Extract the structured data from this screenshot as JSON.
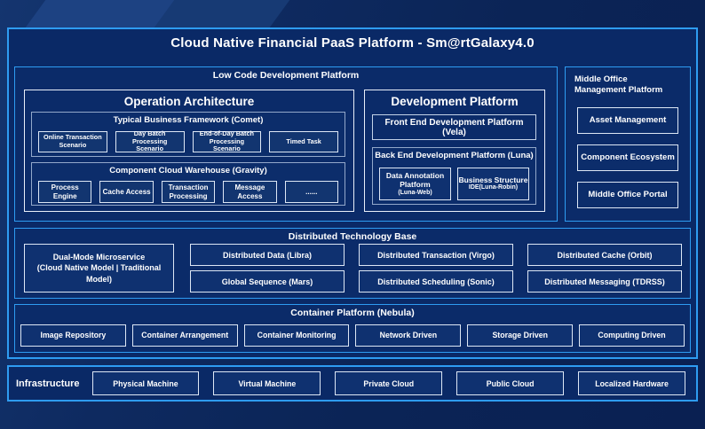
{
  "title": "Cloud Native Financial PaaS Platform - Sm@rtGalaxy4.0",
  "colors": {
    "background": "#0b2456",
    "frame_fill": "#0a2966",
    "section_border": "#2e9cf2",
    "panel_border": "#e9eff9",
    "leaf_border": "#dde7f5",
    "text": "#ffffff"
  },
  "low_code": {
    "label": "Low Code Development Platform",
    "operation_architecture": {
      "title": "Operation Architecture",
      "typical_business": {
        "label": "Typical Business Framework (Comet)",
        "items": [
          "Online Transaction Scenario",
          "Day Batch Processing Scenario",
          "End-of-Day Batch Processing Scenario",
          "Timed Task"
        ]
      },
      "component_cloud": {
        "label": "Component Cloud Warehouse (Gravity)",
        "items": [
          "Process Engine",
          "Cache Access",
          "Transaction Processing",
          "Message Access",
          "......"
        ]
      }
    },
    "development_platform": {
      "title": "Development Platform",
      "front_end": "Front End Development Platform (Vela)",
      "back_end": {
        "label": "Back End Development Platform (Luna)",
        "items": [
          {
            "name": "Data Annotation Platform",
            "detail": "(Luna-Web)"
          },
          {
            "name": "Business Structure",
            "detail": "IDE(Luna-Robin)"
          }
        ]
      }
    }
  },
  "middle_office": {
    "label": "Middle Office Management Platform",
    "items": [
      "Asset Management",
      "Component Ecosystem",
      "Middle Office Portal"
    ]
  },
  "distributed": {
    "label": "Distributed Technology Base",
    "dual_mode": {
      "name": "Dual-Mode Microservice",
      "detail": "(Cloud Native Model | Traditional Model)"
    },
    "grid": [
      "Distributed Data (Libra)",
      "Distributed Transaction (Virgo)",
      "Distributed Cache (Orbit)",
      "Global Sequence (Mars)",
      "Distributed Scheduling (Sonic)",
      "Distributed Messaging (TDRSS)"
    ]
  },
  "container_platform": {
    "label": "Container Platform (Nebula)",
    "items": [
      "Image Repository",
      "Container Arrangement",
      "Container Monitoring",
      "Network Driven",
      "Storage Driven",
      "Computing Driven"
    ]
  },
  "infrastructure": {
    "label": "Infrastructure",
    "items": [
      "Physical Machine",
      "Virtual Machine",
      "Private Cloud",
      "Public Cloud",
      "Localized Hardware"
    ]
  }
}
